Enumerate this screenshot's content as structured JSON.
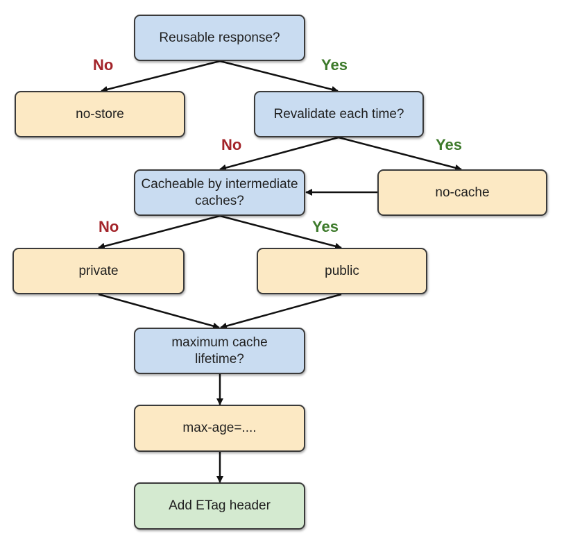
{
  "colors": {
    "decision_fill": "#c9dcf1",
    "action_fill": "#fce9c4",
    "final_fill": "#d4ead0",
    "no_label": "#a3242a",
    "yes_label": "#3d7a2b"
  },
  "nodes": {
    "reusable": "Reusable response?",
    "no_store": "no-store",
    "revalidate": "Revalidate each time?",
    "cacheable": "Cacheable by intermediate caches?",
    "no_cache": "no-cache",
    "private": "private",
    "public": "public",
    "max_lifetime": "maximum cache lifetime?",
    "max_age": "max-age=....",
    "etag": "Add ETag header"
  },
  "edge_labels": {
    "reusable_no": "No",
    "reusable_yes": "Yes",
    "revalidate_no": "No",
    "revalidate_yes": "Yes",
    "cacheable_no": "No",
    "cacheable_yes": "Yes"
  }
}
